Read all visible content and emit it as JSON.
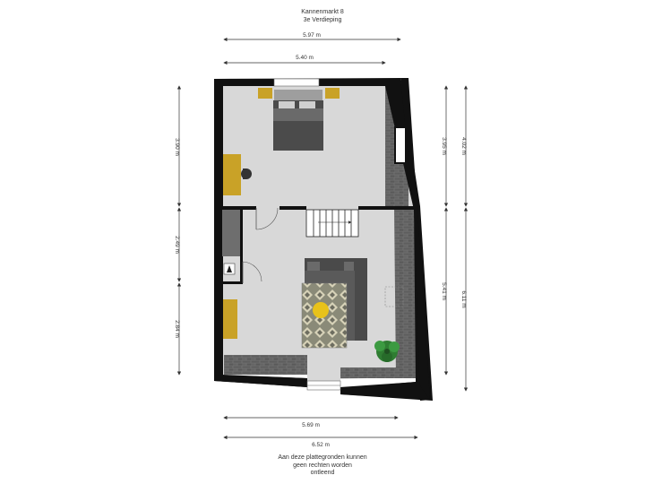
{
  "header": {
    "address": "Kannenmarkt 8",
    "floor": "3e Verdieping"
  },
  "dimensions": {
    "top_outer": "5.97 m",
    "top_inner": "5.40 m",
    "bottom_inner": "5.69 m",
    "bottom_outer": "6.52 m",
    "left_upper": "3.90 m",
    "left_middle": "2.49 m",
    "left_lower": "2.84 m",
    "right_inner_upper": "3.95 m",
    "right_inner_lower": "5.41 m",
    "right_outer_upper": "4.02 m",
    "right_outer_lower": "6.11 m"
  },
  "footer": {
    "line1": "Aan deze plattegronden kunnen",
    "line2": "geen rechten worden",
    "line3": "ontleend"
  },
  "colors": {
    "floor": "#d9d9d9",
    "wall": "#111111",
    "brick": "#6f6f6f",
    "sofa": "#5a5a5a",
    "wood": "#c9a227",
    "pouf": "#e8c21a",
    "plant": "#2f7d32"
  }
}
